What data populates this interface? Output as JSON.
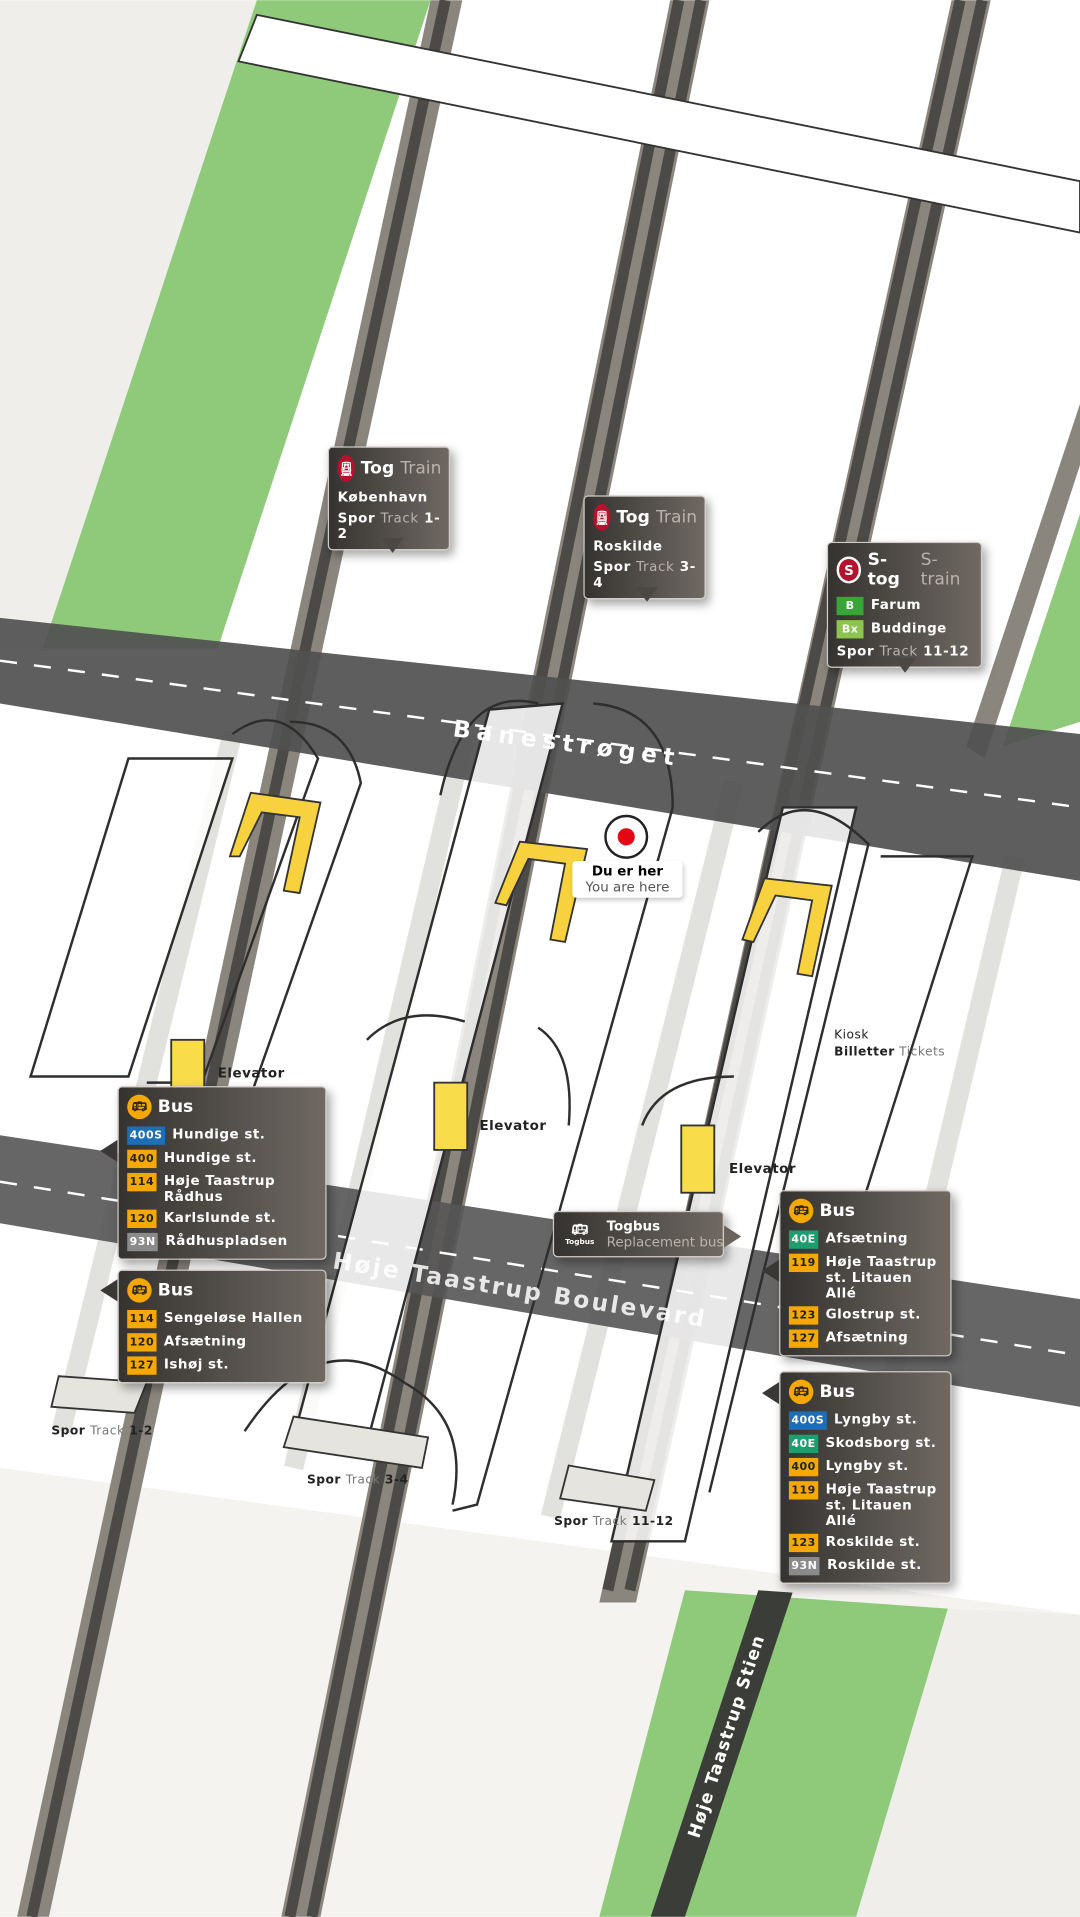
{
  "colors": {
    "green": "#8fc97a",
    "track": "#4b4a46",
    "road": "#575654",
    "yellow": "#f7d23e",
    "box_dark": "#353331",
    "train_red": "#b5122e",
    "bus_orange": "#f5a800",
    "blue": "#1f6eb5",
    "teal": "#1d9e6e",
    "grey_badge": "#8a8a8a",
    "b_green": "#3aa537",
    "bx_green": "#8cc450"
  },
  "roads": {
    "banestroget": "Banestrøget",
    "boulevard": "Høje Taastrup Boulevard",
    "stien": "Høje Taastrup Stien"
  },
  "trains": [
    {
      "icon": "train-icon",
      "title": "Tog",
      "title_en": "Train",
      "destination": "København",
      "spor": "Spor",
      "track": "Track",
      "tracks": "1-2"
    },
    {
      "icon": "train-icon",
      "title": "Tog",
      "title_en": "Train",
      "destination": "Roskilde",
      "spor": "Spor",
      "track": "Track",
      "tracks": "3-4"
    }
  ],
  "stog": {
    "icon": "s-train-icon",
    "title": "S-tog",
    "title_en": "S-train",
    "lines": [
      {
        "code": "B",
        "dest": "Farum",
        "color": "#3aa537"
      },
      {
        "code": "Bx",
        "dest": "Buddinge",
        "color": "#8cc450"
      }
    ],
    "spor": "Spor",
    "track": "Track",
    "tracks": "11-12"
  },
  "you_are_here": {
    "da": "Du er her",
    "en": "You are here"
  },
  "elevator": "Elevator",
  "kiosk": {
    "title": "Kiosk",
    "tickets_da": "Billetter",
    "tickets_en": "Tickets"
  },
  "togbus": {
    "title": "Togbus",
    "subtitle": "Replacement bus",
    "icon_caption": "Togbus"
  },
  "bus_stops": [
    {
      "title": "Bus",
      "routes": [
        {
          "no": "400S",
          "dest": "Hundige st.",
          "color": "#1f6eb5"
        },
        {
          "no": "400",
          "dest": "Hundige st.",
          "color": "#f5a800"
        },
        {
          "no": "114",
          "dest": "Høje Taastrup Rådhus",
          "color": "#f5a800"
        },
        {
          "no": "120",
          "dest": "Karlslunde st.",
          "color": "#f5a800"
        },
        {
          "no": "93N",
          "dest": "Rådhuspladsen",
          "color": "#8a8a8a"
        }
      ]
    },
    {
      "title": "Bus",
      "routes": [
        {
          "no": "114",
          "dest": "Sengeløse Hallen",
          "color": "#f5a800"
        },
        {
          "no": "120",
          "dest": "Afsætning",
          "color": "#f5a800"
        },
        {
          "no": "127",
          "dest": "Ishøj st.",
          "color": "#f5a800"
        }
      ]
    },
    {
      "title": "Bus",
      "routes": [
        {
          "no": "40E",
          "dest": "Afsætning",
          "color": "#1d9e6e"
        },
        {
          "no": "119",
          "dest": "Høje Taastrup st. Litauen Allé",
          "color": "#f5a800"
        },
        {
          "no": "123",
          "dest": "Glostrup st.",
          "color": "#f5a800"
        },
        {
          "no": "127",
          "dest": "Afsætning",
          "color": "#f5a800"
        }
      ]
    },
    {
      "title": "Bus",
      "routes": [
        {
          "no": "400S",
          "dest": "Lyngby st.",
          "color": "#1f6eb5"
        },
        {
          "no": "40E",
          "dest": "Skodsborg st.",
          "color": "#1d9e6e"
        },
        {
          "no": "400",
          "dest": "Lyngby st.",
          "color": "#f5a800"
        },
        {
          "no": "119",
          "dest": "Høje Taastrup st. Litauen Allé",
          "color": "#f5a800"
        },
        {
          "no": "123",
          "dest": "Roskilde st.",
          "color": "#f5a800"
        },
        {
          "no": "93N",
          "dest": "Roskilde st.",
          "color": "#8a8a8a"
        }
      ]
    }
  ],
  "stairs": [
    {
      "spor": "Spor",
      "track": "Track",
      "tracks": "1-2"
    },
    {
      "spor": "Spor",
      "track": "Track",
      "tracks": "3-4"
    },
    {
      "spor": "Spor",
      "track": "Track",
      "tracks": "11-12"
    }
  ]
}
